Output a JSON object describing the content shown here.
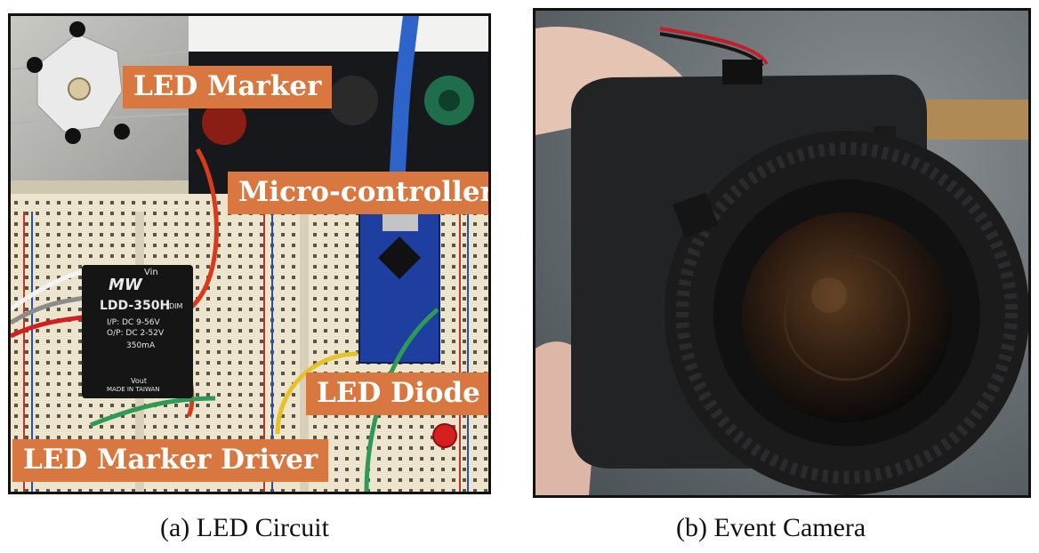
{
  "figure": {
    "panels": [
      {
        "caption": "(a) LED Circuit",
        "labels": {
          "led_marker": "LED Marker",
          "micro_controller": "Micro-controller",
          "led_diode": "LED Diode",
          "led_marker_driver": "LED Marker Driver"
        },
        "driver_module_text": {
          "brand": "MW",
          "model": "LDD-350H",
          "vin": "Vin",
          "vout": "Vout",
          "input": "I/P: DC 9-56V",
          "output": "O/P: DC 2-52V",
          "current": "350mA",
          "made_in": "MADE IN TAIWAN",
          "dim": "DIM"
        }
      },
      {
        "caption": "(b) Event Camera"
      }
    ],
    "colors": {
      "label_background": "#d8773f",
      "label_text": "#ffffff",
      "breadboard": "#ece4cc",
      "arduino_blue": "#1f3fa0",
      "camera_body": "#222325"
    }
  }
}
